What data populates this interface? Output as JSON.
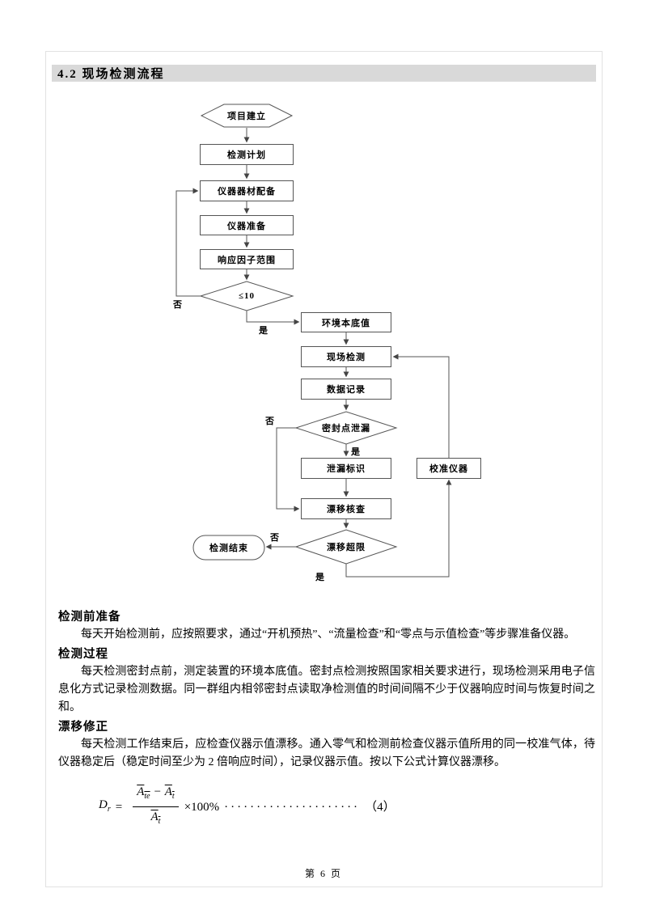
{
  "page": {
    "section_title": "4.2 现场检测流程",
    "footer": "第 6 页"
  },
  "flowchart": {
    "nodes": {
      "project_setup": "项目建立",
      "test_plan": "检测计划",
      "equipment": "仪器器材配备",
      "instrument_prep": "仪器准备",
      "response_factor": "响应因子范围",
      "le10": "≤10",
      "background_value": "环境本底值",
      "onsite_test": "现场检测",
      "data_record": "数据记录",
      "seal_leak": "密封点泄漏",
      "leak_mark": "泄漏标识",
      "drift_check": "漂移核查",
      "drift_over": "漂移超限",
      "test_end": "检测结束",
      "calibrate": "校准仪器"
    },
    "branch_labels": {
      "no": "否",
      "yes": "是"
    }
  },
  "sections": [
    {
      "heading": "检测前准备",
      "body": "每天开始检测前，应按照要求，通过“开机预热”、“流量检查”和“零点与示值检查”等步骤准备仪器。"
    },
    {
      "heading": "检测过程",
      "body": "每天检测密封点前，测定装置的环境本底值。密封点检测按照国家相关要求进行，现场检测采用电子信息化方式记录检测数据。同一群组内相邻密封点读取净检测值的时间间隔不少于仪器响应时间与恢复时间之和。"
    },
    {
      "heading": "漂移修正",
      "body": "每天检测工作结束后，应检查仪器示值漂移。通入零气和检测前检查仪器示值所用的同一校准气体，待仪器稳定后（稳定时间至少为 2 倍响应时间），记录仪器示值。按以下公式计算仪器漂移。"
    }
  ],
  "formula": {
    "lhs_base": "D",
    "lhs_sub": "r",
    "equals": "=",
    "num_a1_base": "A",
    "num_a1_sub": "te",
    "minus": "−",
    "num_a2_base": "A",
    "num_a2_sub": "t",
    "den_base": "A",
    "den_sub": "t",
    "times": "×100%",
    "dots": "·····················",
    "eq_no": "（4）"
  }
}
